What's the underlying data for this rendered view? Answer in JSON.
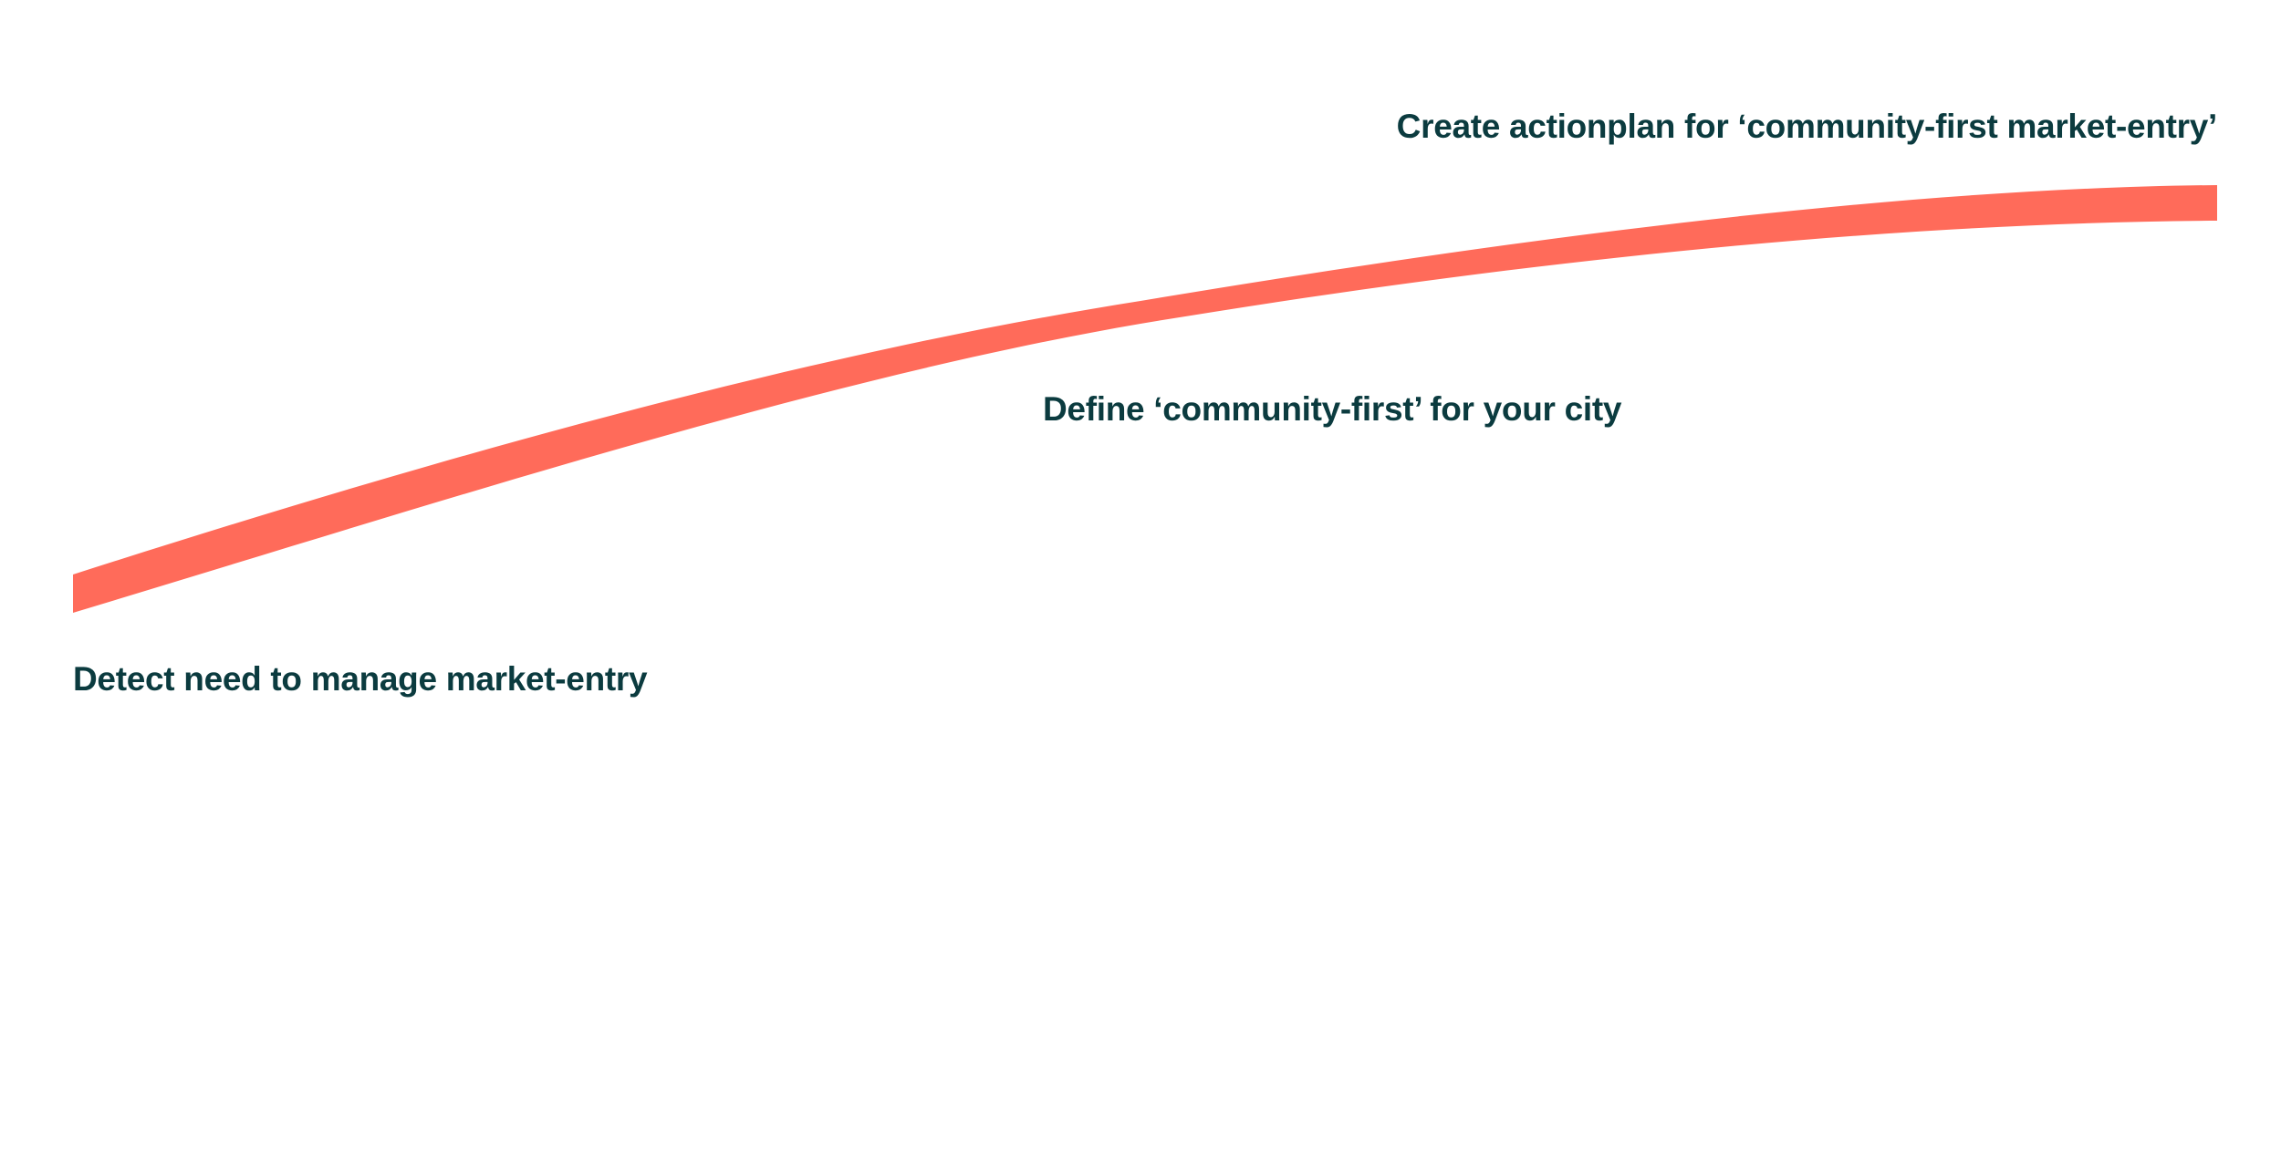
{
  "colors": {
    "curve": "#FF6B5A",
    "label_text": "#0B3B3F",
    "background": "#FFFFFF"
  },
  "steps": [
    {
      "label": "Detect need to manage market-entry"
    },
    {
      "label": "Define ‘community-first’ for your city"
    },
    {
      "label": "Create actionplan for ‘community-first market-entry’"
    }
  ]
}
